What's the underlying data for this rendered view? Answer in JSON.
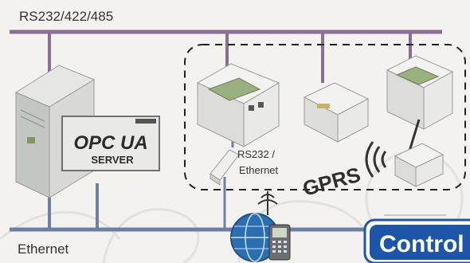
{
  "labels": {
    "top_bus": "RS232/422/485",
    "bottom_bus": "Ethernet",
    "converter_line1": "RS232 /",
    "converter_line2": "Ethernet",
    "wireless": "GPRS",
    "server_line1": "OPC UA",
    "server_line2": "SERVER",
    "brand": "Control"
  },
  "colors": {
    "bus_line": "#8a6f95",
    "ethernet_line": "#6e7fa6",
    "dashed_group": "#222222",
    "server_body": "#d8d9d6",
    "module_body": "#ececea",
    "lcd": "#9bb07f",
    "brand_blue": "#1d56a8",
    "globe_blue": "#2a6fb2"
  },
  "icons": {
    "server": "server-tower-icon",
    "plc": "plc-module-icon",
    "io_module": "io-module-icon",
    "converter": "converter-icon",
    "gprs_modem": "gprs-modem-icon",
    "globe": "globe-icon",
    "phone": "mobile-phone-icon",
    "antenna": "antenna-icon"
  }
}
